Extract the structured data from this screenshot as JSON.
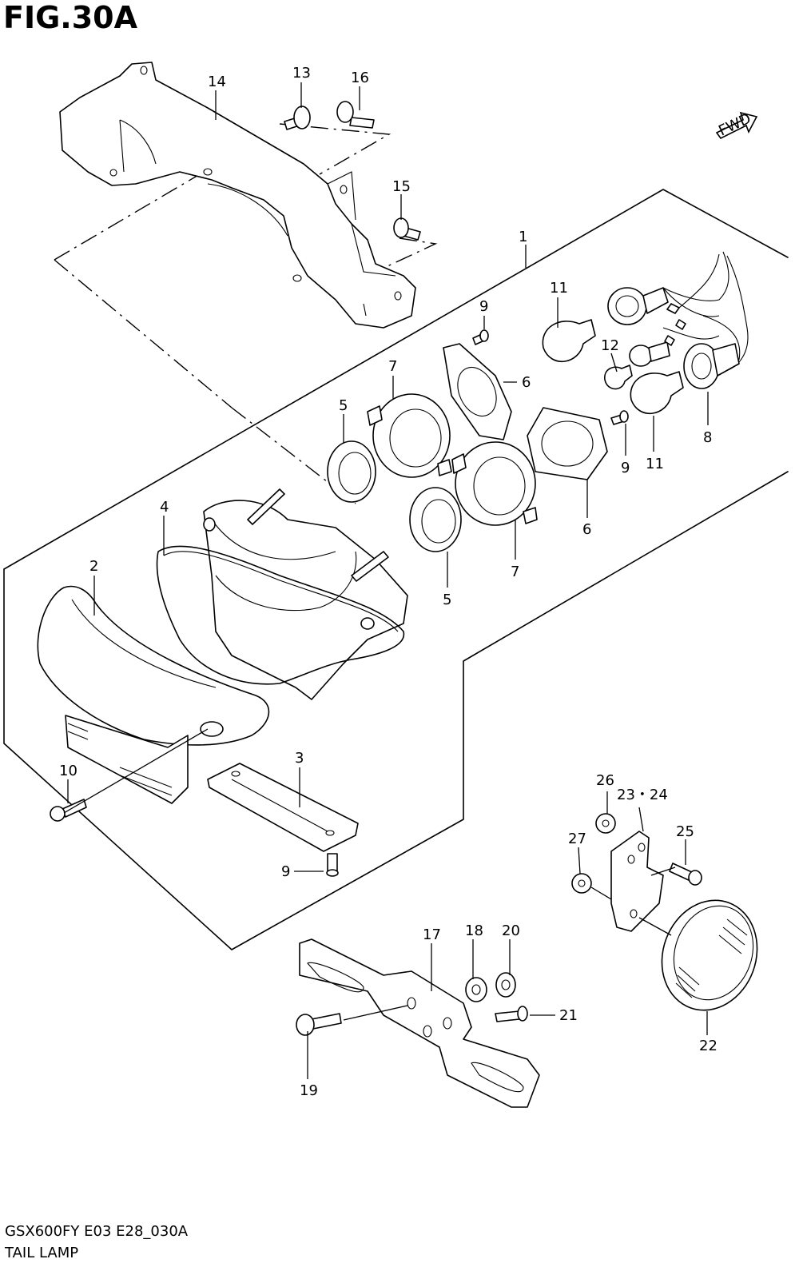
{
  "figure": {
    "title": "FIG.30A",
    "code": "GSX600FY E03 E28_030A",
    "name": "TAIL LAMP",
    "fwd_label": "FWD"
  },
  "callouts": [
    "1",
    "2",
    "3",
    "4",
    "5",
    "5",
    "6",
    "6",
    "7",
    "7",
    "8",
    "9",
    "9",
    "9",
    "10",
    "11",
    "11",
    "12",
    "13",
    "14",
    "15",
    "16",
    "17",
    "18",
    "19",
    "20",
    "21",
    "22",
    "23・24",
    "25",
    "26",
    "27"
  ]
}
